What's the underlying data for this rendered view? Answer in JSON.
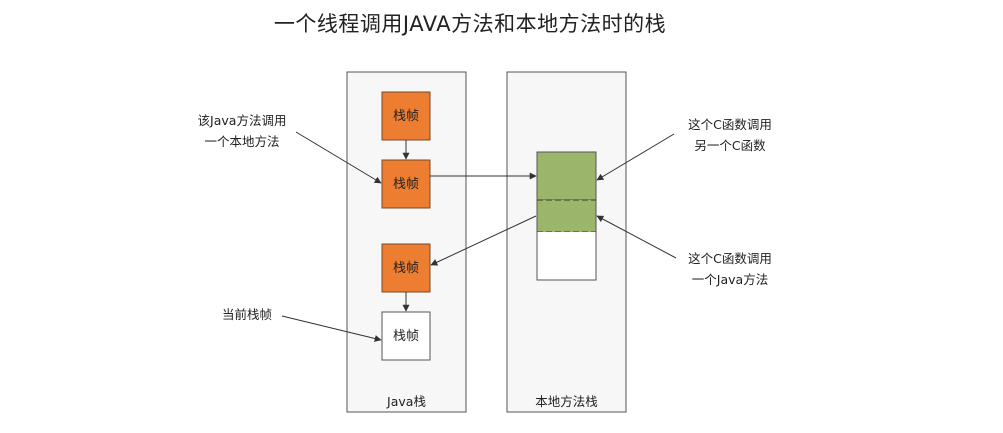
{
  "title": "一个线程调用JAVA方法和本地方法时的栈",
  "stacks": {
    "java_label": "Java栈",
    "native_label": "本地方法栈"
  },
  "frames": [
    {
      "label": "栈帧",
      "color": "#ED7D31"
    },
    {
      "label": "栈帧",
      "color": "#ED7D31"
    },
    {
      "label": "栈帧",
      "color": "#ED7D31"
    },
    {
      "label": "栈帧",
      "color": "#FFFFFF"
    }
  ],
  "annotations": {
    "java_calls_native": [
      "该Java方法调用",
      "一个本地方法"
    ],
    "current_frame": "当前栈帧",
    "c_calls_c": [
      "这个C函数调用",
      "另一个C函数"
    ],
    "c_calls_java": [
      "这个C函数调用",
      "一个Java方法"
    ]
  },
  "colors": {
    "frame_fill": "#ED7D31",
    "native_frame_fill": "#9BB56A",
    "panel_fill": "#F7F7F7",
    "panel_border": "#555555"
  }
}
